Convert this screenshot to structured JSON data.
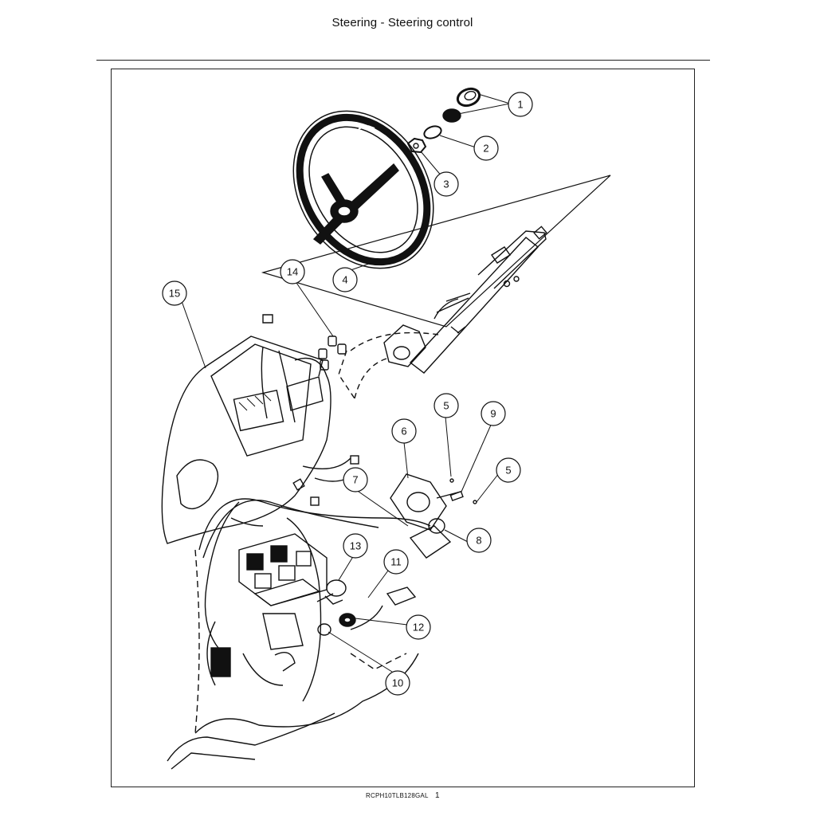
{
  "page": {
    "title": "Steering - Steering control"
  },
  "callouts": [
    {
      "id": "callout-1",
      "label": "1"
    },
    {
      "id": "callout-2",
      "label": "2"
    },
    {
      "id": "callout-3",
      "label": "3"
    },
    {
      "id": "callout-4",
      "label": "4"
    },
    {
      "id": "callout-5a",
      "label": "5"
    },
    {
      "id": "callout-5b",
      "label": "5"
    },
    {
      "id": "callout-6",
      "label": "6"
    },
    {
      "id": "callout-7",
      "label": "7"
    },
    {
      "id": "callout-8",
      "label": "8"
    },
    {
      "id": "callout-9",
      "label": "9"
    },
    {
      "id": "callout-10",
      "label": "10"
    },
    {
      "id": "callout-11",
      "label": "11"
    },
    {
      "id": "callout-12",
      "label": "12"
    },
    {
      "id": "callout-13",
      "label": "13"
    },
    {
      "id": "callout-14",
      "label": "14"
    },
    {
      "id": "callout-15",
      "label": "15"
    }
  ],
  "footer": {
    "figure_code": "RCPH10TLB128GAL",
    "figure_number": "1"
  }
}
